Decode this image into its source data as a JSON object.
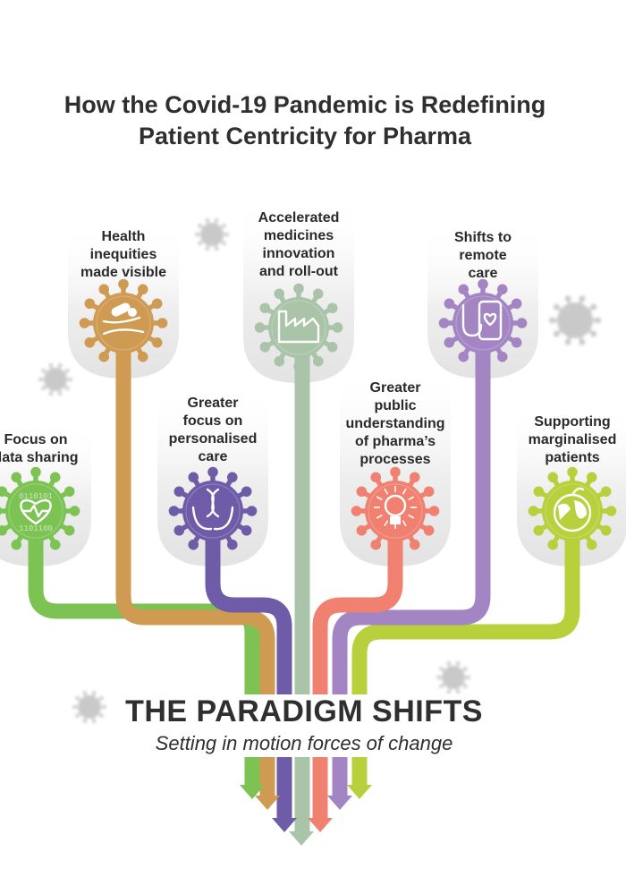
{
  "title": {
    "line1": "How the Covid-19 Pandemic is Redefining",
    "line2": "Patient Centricity for Pharma"
  },
  "shifts": [
    {
      "lines": [
        "Focus on",
        "data sharing"
      ],
      "icon": "heart-data-icon",
      "color": "#7cc354"
    },
    {
      "lines": [
        "Health",
        "inequities",
        "made visible"
      ],
      "icon": "hands-pill-icon",
      "color": "#cf9a52"
    },
    {
      "lines": [
        "Greater",
        "focus on",
        "personalised",
        "care"
      ],
      "icon": "dna-hands-icon",
      "color": "#6e5ca8"
    },
    {
      "lines": [
        "Accelerated",
        "medicines",
        "innovation",
        "and roll-out"
      ],
      "icon": "factory-icon",
      "color": "#a9c4a8"
    },
    {
      "lines": [
        "Greater",
        "public",
        "understanding",
        "of pharma’s",
        "processes"
      ],
      "icon": "lightbulb-icon",
      "color": "#f08070"
    },
    {
      "lines": [
        "Shifts to",
        "remote",
        "care"
      ],
      "icon": "phone-stethoscope-icon",
      "color": "#a385c4"
    },
    {
      "lines": [
        "Supporting",
        "marginalised",
        "patients"
      ],
      "icon": "globe-apple-icon",
      "color": "#b8d03c"
    }
  ],
  "heading": "THE PARADIGM SHIFTS",
  "subheading": "Setting in motion forces of change"
}
